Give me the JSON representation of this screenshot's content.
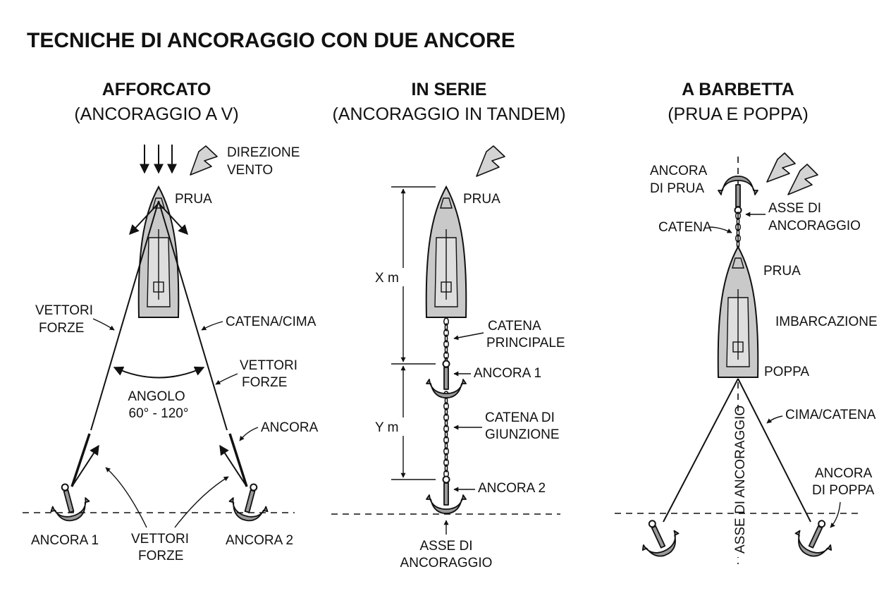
{
  "title": "TECNICHE DI ANCORAGGIO CON DUE ANCORE",
  "panels": {
    "afforcato": {
      "heading": "AFFORCATO",
      "subheading": "(ANCORAGGIO A V)",
      "wind_label_1": "DIREZIONE",
      "wind_label_2": "VENTO",
      "bow": "PRUA",
      "force_vectors_left_1": "VETTORI",
      "force_vectors_left_2": "FORZE",
      "rode": "CATENA/CIMA",
      "force_vectors_right_1": "VETTORI",
      "force_vectors_right_2": "FORZE",
      "angle_1": "ANGOLO",
      "angle_2": "60° - 120°",
      "anchor": "ANCORA",
      "anchor_1": "ANCORA 1",
      "force_vectors_bottom_1": "VETTORI",
      "force_vectors_bottom_2": "FORZE",
      "anchor_2": "ANCORA 2"
    },
    "in_serie": {
      "heading": "IN SERIE",
      "subheading": "(ANCORAGGIO IN TANDEM)",
      "bow": "PRUA",
      "x_dim": "X m",
      "y_dim": "Y m",
      "main_chain_1": "CATENA",
      "main_chain_2": "PRINCIPALE",
      "anchor_1": "ANCORA 1",
      "joining_chain_1": "CATENA DI",
      "joining_chain_2": "GIUNZIONE",
      "anchor_2": "ANCORA 2",
      "axis_1": "ASSE DI",
      "axis_2": "ANCORAGGIO"
    },
    "a_barbetta": {
      "heading": "A BARBETTA",
      "subheading": "(PRUA E POPPA)",
      "bow_anchor_1": "ANCORA",
      "bow_anchor_2": "DI PRUA",
      "axis_1": "ASSE DI",
      "axis_2": "ANCORAGGIO",
      "chain": "CATENA",
      "bow": "PRUA",
      "vessel": "IMBARCAZIONE",
      "stern": "POPPA",
      "rode": "CIMA/CATENA",
      "vertical_axis": "ASSE DI ANCORAGGIO",
      "stern_anchor_1": "ANCORA",
      "stern_anchor_2": "DI POPPA"
    }
  },
  "colors": {
    "ink": "#111111",
    "hull": "#c9c9c9",
    "anchor": "#9a9a9a",
    "wind_arrow": "#d4d4d4"
  }
}
